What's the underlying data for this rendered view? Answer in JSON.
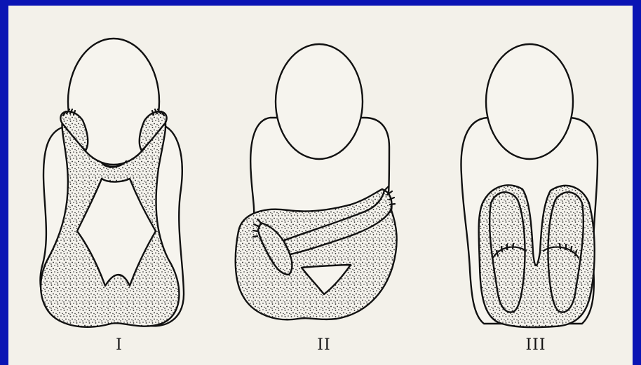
{
  "figures": [
    {
      "label": "I"
    },
    {
      "label": "II"
    },
    {
      "label": "III"
    }
  ],
  "colors": {
    "border": "#0a14b4",
    "paper": "#f3f1ea",
    "ink": "#111111"
  }
}
